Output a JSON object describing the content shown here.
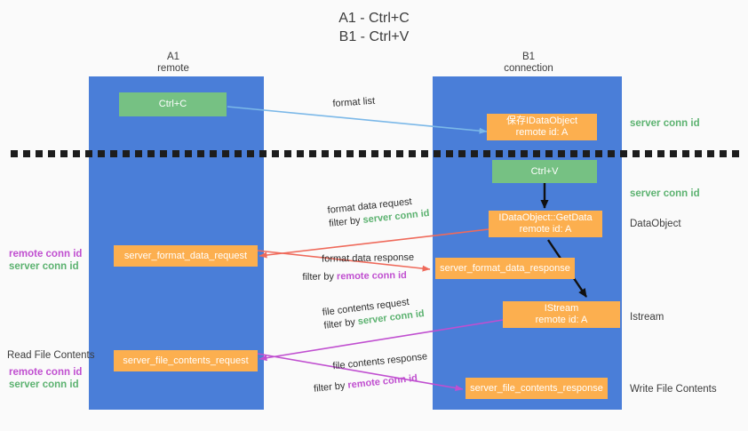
{
  "title": "A1 - Ctrl+C\nB1 - Ctrl+V",
  "lanes": [
    {
      "name": "A1",
      "sub": "remote",
      "header": "A1\nremote"
    },
    {
      "name": "B1",
      "sub": "connection",
      "header": "B1\nconnection"
    }
  ],
  "nodes": {
    "ctrl_c": {
      "line1": "Ctrl+C",
      "line2": "",
      "color": "#76c183"
    },
    "data_object_saved": {
      "line1": "保存IDataObject",
      "line2": "remote id: A",
      "color": "#fcaf4f"
    },
    "ctrl_v": {
      "line1": "Ctrl+V",
      "line2": "",
      "color": "#76c183"
    },
    "getdata": {
      "line1": "IDataObject::GetData",
      "line2": "remote id: A",
      "color": "#fcaf4f"
    },
    "istream": {
      "line1": "IStream",
      "line2": "remote id: A",
      "color": "#fcaf4f"
    },
    "server_format_data_request": {
      "line1": "server_format_data_request",
      "line2": "",
      "color": "#fcaf4f"
    },
    "server_format_data_response": {
      "line1": "server_format_data_response",
      "line2": "",
      "color": "#fcaf4f"
    },
    "server_file_contents_request": {
      "line1": "server_file_contents_request",
      "line2": "",
      "color": "#fcaf4f"
    },
    "server_file_contents_response": {
      "line1": "server_file_contents_response",
      "line2": "",
      "color": "#fcaf4f"
    }
  },
  "right_annotations": [
    {
      "id": "server-conn-id-1",
      "text": "server conn id",
      "style": "green"
    },
    {
      "id": "server-conn-id-2",
      "text": "server conn id",
      "style": "green"
    },
    {
      "id": "data-object",
      "text": "DataObject",
      "style": "plain"
    },
    {
      "id": "istream",
      "text": "Istream",
      "style": "plain"
    },
    {
      "id": "write-file-contents",
      "text": "Write File Contents",
      "style": "plain"
    }
  ],
  "left_annotations": [
    {
      "id": "remote-conn-id-1",
      "text": "remote conn id",
      "style": "purple"
    },
    {
      "id": "server-conn-id-left-1",
      "text": "server conn id",
      "style": "green"
    },
    {
      "id": "read-file-contents",
      "text": "Read File Contents",
      "style": "plain"
    },
    {
      "id": "remote-conn-id-2",
      "text": "remote conn id",
      "style": "purple"
    },
    {
      "id": "server-conn-id-left-2",
      "text": "server conn id",
      "style": "green"
    }
  ],
  "edges": [
    {
      "id": "format-list",
      "label_top": "format list",
      "label_filter_prefix": "",
      "label_filter_value": "",
      "color": "#7bb8e8"
    },
    {
      "id": "format-data-request",
      "label_top": "format data request",
      "label_filter_prefix": "filter by ",
      "label_filter_value": "server conn id",
      "color": "#ef6a5b"
    },
    {
      "id": "format-data-response",
      "label_top": "format data response",
      "label_filter_prefix": "filter by ",
      "label_filter_value": "remote conn id",
      "color": "#ef6a5b"
    },
    {
      "id": "file-contents-request",
      "label_top": "file contents request",
      "label_filter_prefix": "filter by ",
      "label_filter_value": "server conn id",
      "color": "#c04fd0"
    },
    {
      "id": "file-contents-response",
      "label_top": "file contents response",
      "label_filter_prefix": "filter by ",
      "label_filter_value": "remote conn id",
      "color": "#c04fd0"
    }
  ]
}
